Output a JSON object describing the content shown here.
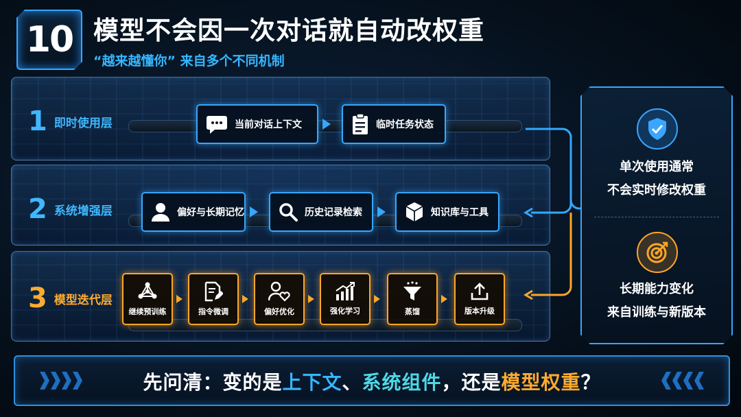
{
  "header": {
    "number": "10",
    "title": "模型不会因一次对话就自动改权重",
    "subtitle": "“越来越懂你” 来自多个不同机制"
  },
  "layers": [
    {
      "number": "1",
      "name": "即时使用层",
      "boxes": [
        {
          "label": "当前对话上下文",
          "icon": "chat-bubble-icon"
        },
        {
          "label": "临时任务状态",
          "icon": "clipboard-icon"
        }
      ]
    },
    {
      "number": "2",
      "name": "系统增强层",
      "boxes": [
        {
          "label": "偏好与长期记忆",
          "icon": "user-icon"
        },
        {
          "label": "历史记录检索",
          "icon": "search-icon"
        },
        {
          "label": "知识库与工具",
          "icon": "cube-icon"
        }
      ]
    },
    {
      "number": "3",
      "name": "模型迭代层",
      "boxes": [
        {
          "label": "继续预训练",
          "icon": "network-icon"
        },
        {
          "label": "指令微调",
          "icon": "document-edit-icon"
        },
        {
          "label": "偏好优化",
          "icon": "user-heart-icon"
        },
        {
          "label": "强化学习",
          "icon": "growth-chart-icon"
        },
        {
          "label": "蒸馏",
          "icon": "funnel-icon"
        },
        {
          "label": "版本升级",
          "icon": "upload-icon"
        }
      ]
    }
  ],
  "panel": {
    "top_lines": [
      "单次使用通常",
      "不会实时修改权重"
    ],
    "bottom_lines": [
      "长期能力变化",
      "来自训练与新版本"
    ],
    "top_icon": "shield-check-icon",
    "bottom_icon": "target-icon"
  },
  "banner": {
    "prefix": "先问清：变的是",
    "part1": "上下文",
    "sep1": "、",
    "part2": "系统组件",
    "sep2": "，还是",
    "part3": "模型权重",
    "suffix": "？"
  },
  "colors": {
    "accent_blue": "#35a8ff",
    "accent_orange": "#ffa726",
    "background": "#030a14"
  }
}
